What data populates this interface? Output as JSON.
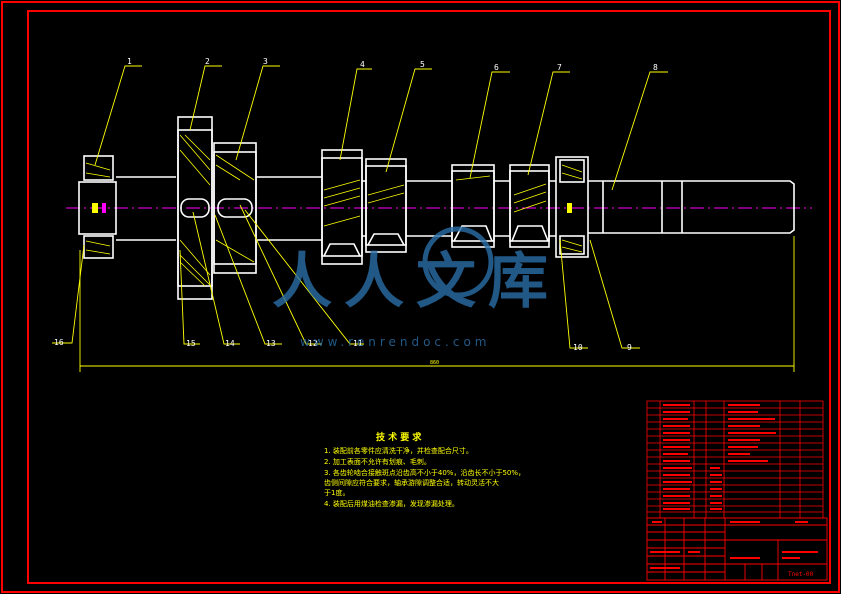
{
  "colors": {
    "background": "#000000",
    "frame": "#ff0000",
    "outline": "#ffffff",
    "leader": "#ffff00",
    "centerline": "#ff00ff",
    "hatch": "#ffff00",
    "table_text": "#ff0000",
    "watermark": "#2a6fa8"
  },
  "part_numbers": [
    "1",
    "2",
    "3",
    "4",
    "5",
    "6",
    "7",
    "8",
    "9",
    "10",
    "11",
    "12",
    "13",
    "14",
    "15",
    "16"
  ],
  "dimension_text": "860",
  "tech_requirements": {
    "title": "技 术 要 求",
    "items": [
      "1. 装配前各零件应清洗干净，并检查配合尺寸。",
      "2. 加工表面不允许有划痕、毛刺。",
      "3. 各齿轮啮合接触斑点沿齿高不小于40%，沿齿长不小于50%，",
      "   齿侧间隙应符合要求，轴承游隙调整合适，转动灵活不大",
      "   于1度。",
      "4. 装配后用煤油检查渗漏，发现渗漏处理。"
    ]
  },
  "watermark": {
    "chars": "人人文库",
    "url": "www.renrendoc.com"
  },
  "title_block": {
    "drawing_no": "Tnet-00"
  }
}
